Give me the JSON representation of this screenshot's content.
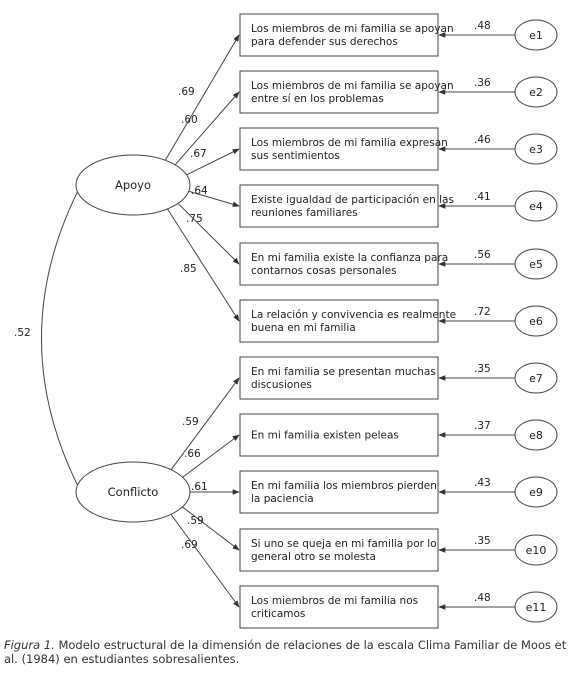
{
  "factors": [
    {
      "id": "apoyo",
      "label": "Apoyo"
    },
    {
      "id": "conflicto",
      "label": "Conflicto"
    }
  ],
  "factor_correlation": ".52",
  "items": [
    {
      "factor": "apoyo",
      "lines": [
        "Los miembros de mi familia se apoyan",
        "para defender sus derechos"
      ],
      "loading": ".69",
      "error": "e1",
      "error_value": ".48"
    },
    {
      "factor": "apoyo",
      "lines": [
        "Los miembros de mi familia se apoyan",
        "entre sí en los problemas"
      ],
      "loading": ".60",
      "error": "e2",
      "error_value": ".36"
    },
    {
      "factor": "apoyo",
      "lines": [
        "Los miembros de mi familia expresan",
        "sus sentimientos"
      ],
      "loading": ".67",
      "error": "e3",
      "error_value": ".46"
    },
    {
      "factor": "apoyo",
      "lines": [
        "Existe igualdad de participación en las",
        "reuniones familiares"
      ],
      "loading": ".64",
      "error": "e4",
      "error_value": ".41"
    },
    {
      "factor": "apoyo",
      "lines": [
        "En mi familia existe la confianza para",
        "contarnos cosas personales"
      ],
      "loading": ".75",
      "error": "e5",
      "error_value": ".56"
    },
    {
      "factor": "apoyo",
      "lines": [
        "La relación y convivencia es realmente",
        "buena en mi familia"
      ],
      "loading": ".85",
      "error": "e6",
      "error_value": ".72"
    },
    {
      "factor": "conflicto",
      "lines": [
        "En mi familia se presentan muchas",
        "discusiones"
      ],
      "loading": ".59",
      "error": "e7",
      "error_value": ".35"
    },
    {
      "factor": "conflicto",
      "lines": [
        "En mi familia existen peleas"
      ],
      "loading": ".66",
      "error": "e8",
      "error_value": ".37"
    },
    {
      "factor": "conflicto",
      "lines": [
        "En mi familia los miembros pierden",
        "la paciencia"
      ],
      "loading": ".61",
      "error": "e9",
      "error_value": ".43"
    },
    {
      "factor": "conflicto",
      "lines": [
        "Si uno se queja en mi familia por lo",
        "general otro se molesta"
      ],
      "loading": ".59",
      "error": "e10",
      "error_value": ".35"
    },
    {
      "factor": "conflicto",
      "lines": [
        "Los miembros de mi familia nos",
        "criticamos"
      ],
      "loading": ".69",
      "error": "e11",
      "error_value": ".48"
    }
  ],
  "caption": {
    "label": "Figura 1.",
    "text": " Modelo estructural de la dimensión de relaciones de la escala Clima Familiar de Moos et al. (1984) en estudiantes sobresalientes."
  },
  "colors": {
    "stroke": "#444444",
    "text": "#222222"
  }
}
